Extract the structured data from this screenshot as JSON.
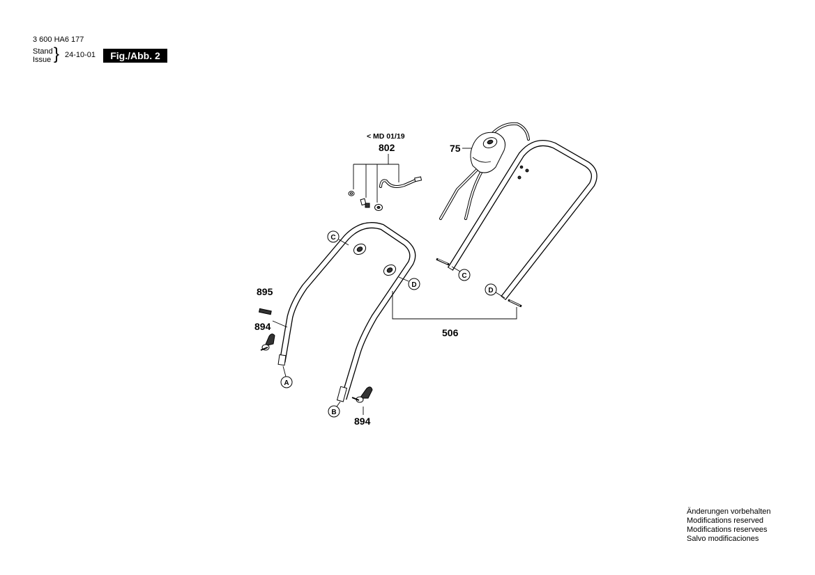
{
  "header": {
    "doc_number": "3 600 HA6 177",
    "stand": "Stand",
    "issue": "Issue",
    "brace": "}",
    "date": "24-10-01",
    "figure": "Fig./Abb. 2"
  },
  "diagram": {
    "callouts": {
      "md": "< MD 01/19",
      "p802": "802",
      "p75": "75",
      "p895": "895",
      "p894_top": "894",
      "p506": "506",
      "p894_bottom": "894"
    },
    "markers": {
      "c_upper": "C",
      "d_upper": "D",
      "c_lower": "C",
      "d_lower": "D",
      "a": "A",
      "b": "B"
    }
  },
  "footer": {
    "lines": [
      "Änderungen vorbehalten",
      "Modifications reserved",
      "Modifications reservees",
      "Salvo modificaciones"
    ]
  },
  "colors": {
    "ink": "#000000",
    "paper": "#ffffff",
    "figure_box": "#000000"
  }
}
